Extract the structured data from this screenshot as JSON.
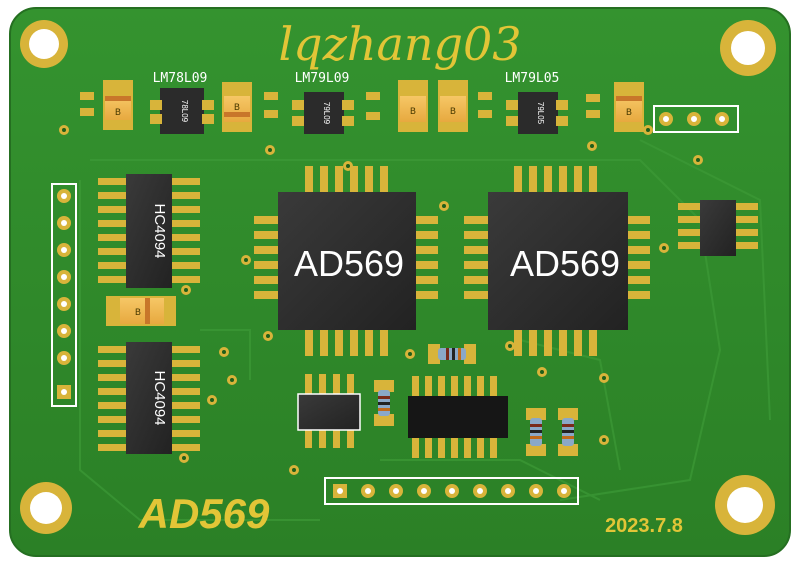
{
  "board": {
    "title": "lqzhang03",
    "name": "AD569",
    "date": "2023.7.8",
    "colors": {
      "pcb": "#2f8a2a",
      "pcb_dark": "#2a7a25",
      "gold": "#d8b43a",
      "gold_light": "#f0cf5a",
      "chip": "#2a2a2a",
      "silk": "#ffffff",
      "silk_yellow": "#e2c537"
    }
  },
  "regulators": [
    {
      "label": "LM78L09",
      "mark": "78L09"
    },
    {
      "label": "LM79L09",
      "mark": "79L09"
    },
    {
      "label": "LM79L05",
      "mark": "79L05"
    }
  ],
  "chips": {
    "dac_left": "AD569",
    "dac_right": "AD569",
    "shift_top": "HC4094",
    "shift_bottom": "HC4094"
  },
  "capacitor_mark": "B",
  "icons": [
    "mounting-hole-icon",
    "pin-header-icon"
  ]
}
